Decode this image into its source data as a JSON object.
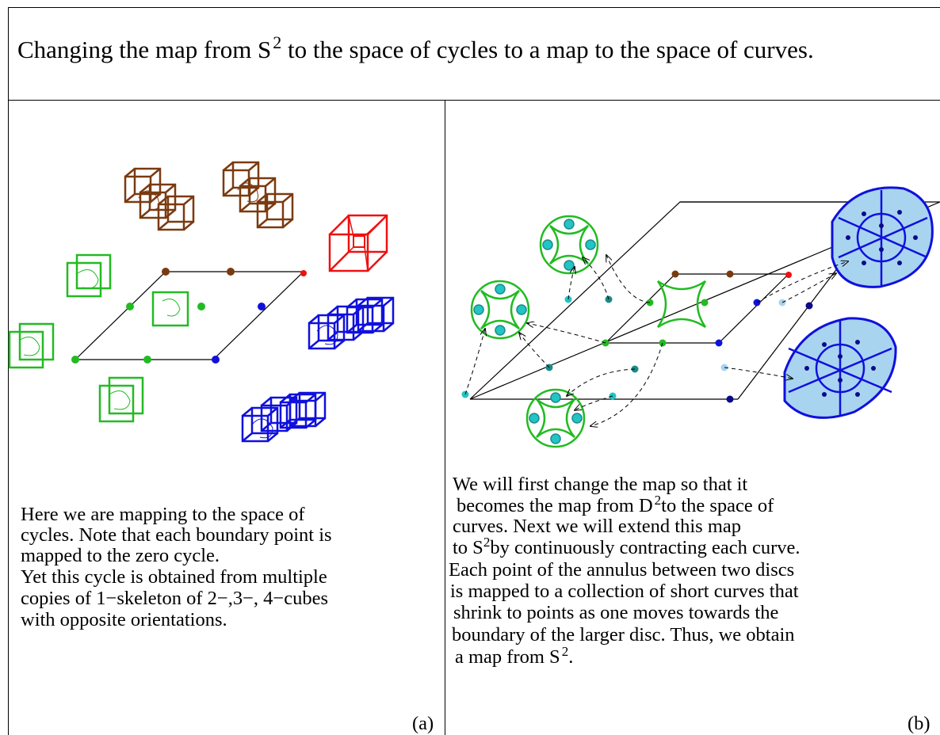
{
  "title": {
    "text_before": "Changing the map from S",
    "sup": "2",
    "text_after": " to the space of cycles to a map to the space of curves."
  },
  "panel_a": {
    "label": "(a)",
    "caption_lines": [
      "Here we are mapping to the space of",
      "cycles. Note that each boundary point is",
      "mapped to the zero cycle.",
      "Yet this cycle is obtained from multiple",
      "copies of 1−skeleton of 2−,3−, 4−cubes",
      "with opposite orientations."
    ]
  },
  "panel_b": {
    "label": "(b)",
    "line1": "We will first change the map so that it",
    "line2_a": "becomes the map from D",
    "line2_sup": "2",
    "line2_b": "to the space of",
    "line3": "curves. Next we will extend this map",
    "line4_a": "to S",
    "line4_sup": "2",
    "line4_b": "by continuously contracting each curve.",
    "line5": "Each point of the annulus between two discs",
    "line6": "is mapped to a collection of short curves that",
    "line7": "shrink to points as one moves towards the",
    "line8": "boundary of the larger disc. Thus, we obtain",
    "line9_a": "a map from S",
    "line9_sup": "2",
    "line9_b": "."
  },
  "colors": {
    "brown": "#7a3a10",
    "green": "#22bb22",
    "blue": "#1010dd",
    "red": "#ee1111",
    "teal": "#1a8a8a",
    "cyan": "#22c4c4",
    "navy": "#0a0a8a",
    "lightblue": "#a8d4f0"
  }
}
